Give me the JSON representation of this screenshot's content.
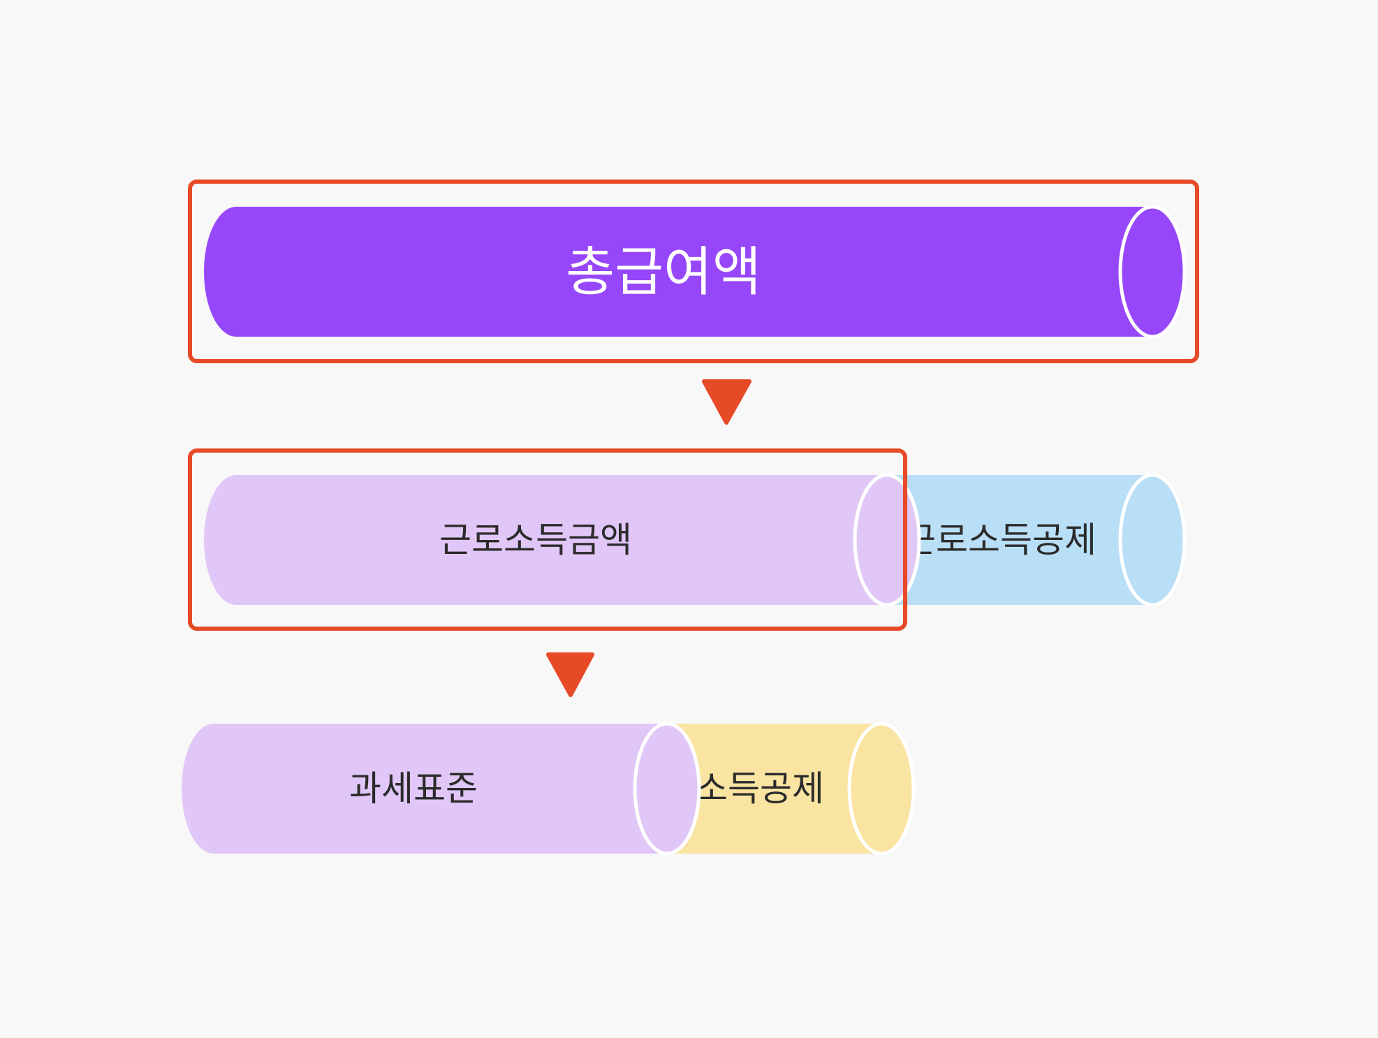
{
  "diagram": {
    "total_salary": {
      "label": "총급여액",
      "color": "#9747fa",
      "text_color": "#ffffff"
    },
    "earned_income": {
      "label": "근로소득금액",
      "color": "#e1c7f7",
      "text_color": "#2b2b2b"
    },
    "earned_income_deduction": {
      "label": "근로소득공제",
      "color": "#b9dff7",
      "text_color": "#2b2b2b"
    },
    "tax_base": {
      "label": "과세표준",
      "color": "#e1c7f7",
      "text_color": "#2b2b2b"
    },
    "income_deduction": {
      "label": "소득공제",
      "color": "#f9e4a2",
      "text_color": "#2b2b2b"
    },
    "highlight_color": "#e64a26",
    "arrow_color": "#e64a26",
    "background": "#f8f8f8"
  }
}
